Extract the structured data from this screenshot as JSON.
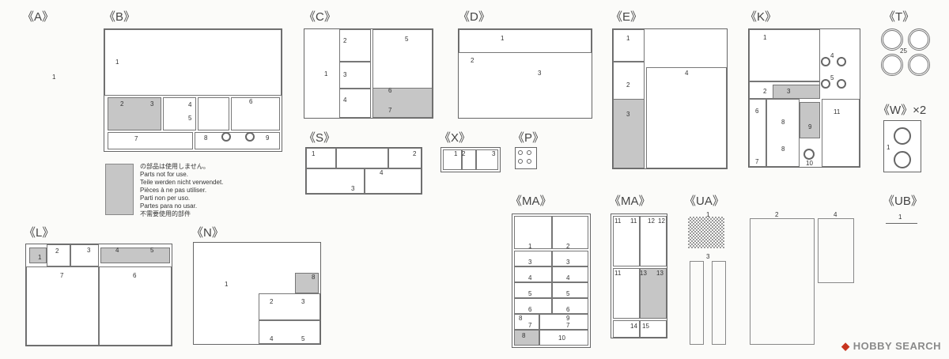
{
  "sprue_labels": {
    "A": "《A》",
    "B": "《B》",
    "C": "《C》",
    "D": "《D》",
    "E": "《E》",
    "K": "《K》",
    "T": "《T》",
    "W": "《W》×2",
    "S": "《S》",
    "X": "《X》",
    "P": "《P》",
    "L": "《L》",
    "N": "《N》",
    "MA1": "《MA》",
    "MA2": "《MA》",
    "UA": "《UA》",
    "UB": "《UB》"
  },
  "legend_lines": [
    "の部品は使用しません。",
    "Parts not for use.",
    "Teile werden nicht verwendet.",
    "Pièces à ne pas utiliser.",
    "Parti non per uso.",
    "Partes para no usar.",
    "不需要使用的部件"
  ],
  "part_numbers": {
    "A": [
      "1"
    ],
    "B": [
      "1",
      "2",
      "3",
      "4",
      "5",
      "6",
      "7",
      "8",
      "9"
    ],
    "C": [
      "1",
      "2",
      "3",
      "4",
      "5",
      "6",
      "7"
    ],
    "D": [
      "1",
      "2",
      "3"
    ],
    "E": [
      "1",
      "2",
      "3",
      "4"
    ],
    "K": [
      "1",
      "2",
      "3",
      "4",
      "5",
      "6",
      "7",
      "8",
      "8",
      "9",
      "10",
      "11"
    ],
    "T": [
      "25"
    ],
    "W": [
      "1"
    ],
    "S": [
      "1",
      "2",
      "3",
      "4"
    ],
    "X": [
      "1",
      "2",
      "3"
    ],
    "L": [
      "1",
      "2",
      "3",
      "4",
      "5",
      "6",
      "7"
    ],
    "N": [
      "1",
      "2",
      "3",
      "4",
      "5",
      "8"
    ],
    "MA1": [
      "1",
      "2",
      "3",
      "3",
      "4",
      "4",
      "5",
      "5",
      "6",
      "6",
      "7",
      "7",
      "8",
      "8",
      "9",
      "10"
    ],
    "MA2": [
      "11",
      "11",
      "12",
      "12",
      "11",
      "13",
      "13",
      "14",
      "15"
    ],
    "UA": [
      "1",
      "2",
      "3",
      "4"
    ],
    "UB": [
      "1"
    ]
  },
  "watermark": {
    "logo": "◆",
    "text": "HOBBY SEARCH"
  },
  "colors": {
    "shaded": "#c6c6c6",
    "line": "#666666",
    "accent": "#c8341f"
  }
}
